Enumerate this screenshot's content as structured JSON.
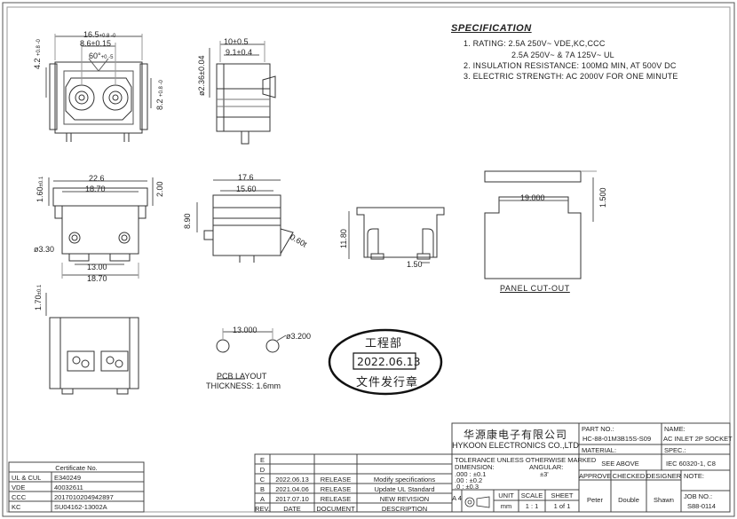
{
  "specification": {
    "title": "SPECIFICATION",
    "lines": [
      "1. RATING: 2.5A 250V~ VDE,KC,CCC",
      "2.5A 250V~ & 7A 125V~ UL",
      "2. INSULATION RESISTANCE: 100MΩ MIN, AT 500V DC",
      "3. ELECTRIC STRENGTH: AC 2000V FOR ONE MINUTE"
    ]
  },
  "dimensions": {
    "front_width": "16.5",
    "front_width_tol": "+0.8 -0",
    "pin_spacing": "8.6±0.15",
    "angle": "60°",
    "angle_tol": "+0 -5",
    "left_height": "4.2",
    "left_height_tol": "+0.8 -0",
    "right_height": "8.2",
    "right_height_tol": "+0.8 -0",
    "side_depth": "10±0.5",
    "side_inner": "9.1±0.4",
    "side_pin": "ø2.36±0.04",
    "bottom_width": "22.6",
    "bottom_inner": "18.70",
    "bottom_height_left": "1.60",
    "bottom_height_tol": "±0.1",
    "bottom_height_right": "2.00",
    "hole": "ø3.30",
    "hole_spacing": "13.00",
    "base_width": "18.70",
    "side2_width": "17.6",
    "side2_inner": "15.60",
    "side2_height": "8.90",
    "terminal_thickness": "0.60t",
    "clip_height": "11.80",
    "clip_width": "1.50",
    "cutout_width": "19.000",
    "cutout_height": "1.500",
    "panel_cutout_label": "PANEL CUT-OUT",
    "top_view_height": "1.70",
    "top_view_tol": "±0.1",
    "pcb_spacing": "13.000",
    "pcb_hole": "ø3.200",
    "pcb_layout_label": "PCB LAYOUT",
    "pcb_thickness": "THICKNESS: 1.6mm"
  },
  "stamp": {
    "top": "工程部",
    "date": "2022.06.13",
    "bottom": "文件发行章"
  },
  "certificates": {
    "header": "Certificate No.",
    "rows": [
      {
        "name": "UL & CUL",
        "value": "E340249"
      },
      {
        "name": "VDE",
        "value": "40032611"
      },
      {
        "name": "CCC",
        "value": "2017010204942897"
      },
      {
        "name": "KC",
        "value": "SU04162-13002A"
      }
    ]
  },
  "revisions": {
    "rows": [
      {
        "rev": "E",
        "date": "",
        "doc": "",
        "desc": ""
      },
      {
        "rev": "D",
        "date": "",
        "doc": "",
        "desc": ""
      },
      {
        "rev": "C",
        "date": "2022.06.13",
        "doc": "RELEASE",
        "desc": "Modify specifications"
      },
      {
        "rev": "B",
        "date": "2021.04.06",
        "doc": "RELEASE",
        "desc": "Update UL Standard"
      },
      {
        "rev": "A",
        "date": "2017.07.10",
        "doc": "RELEASE",
        "desc": "NEW REVISION"
      }
    ],
    "header": {
      "rev": "REV.",
      "date": "DATE",
      "doc": "DOCUMENT",
      "desc": "DESCRIPTION"
    }
  },
  "title_block": {
    "company_cn": "华源康电子有限公司",
    "company_en": "HYKOON ELECTRONICS CO.,LTD",
    "part_no_label": "PART NO.:",
    "part_no": "HC-88-01M3B15S-S09",
    "name_label": "NAME:",
    "name": "AC INLET 2P SOCKET",
    "tolerance_label": "TOLERANCE UNLESS OTHERWISE MARKED",
    "dimension_label": "DIMENSION:",
    "angular_label": "ANGULAR:",
    "tol_rows": [
      ".000 : ±0.1",
      ".00 : ±0.2",
      ".0 : ±0.3"
    ],
    "angular_value": "±3'",
    "material_label": "MATERIAL:",
    "material": "SEE ABOVE",
    "spec_label": "SPEC.:",
    "spec": "IEC 60320-1, C8",
    "approved_label": "APPROVED",
    "checked_label": "CHECKED",
    "designer_label": "DESIGNER",
    "note_label": "NOTE:",
    "approved": "Peter",
    "checked": "Double",
    "designer": "Shawn",
    "job_no_label": "JOB NO.:",
    "job_no": "S88-0114",
    "unit_label": "UNIT",
    "unit": "mm",
    "scale_label": "SCALE",
    "scale": "1 : 1",
    "sheet_label": "SHEET",
    "sheet": "1 of 1",
    "size": "A 4"
  }
}
